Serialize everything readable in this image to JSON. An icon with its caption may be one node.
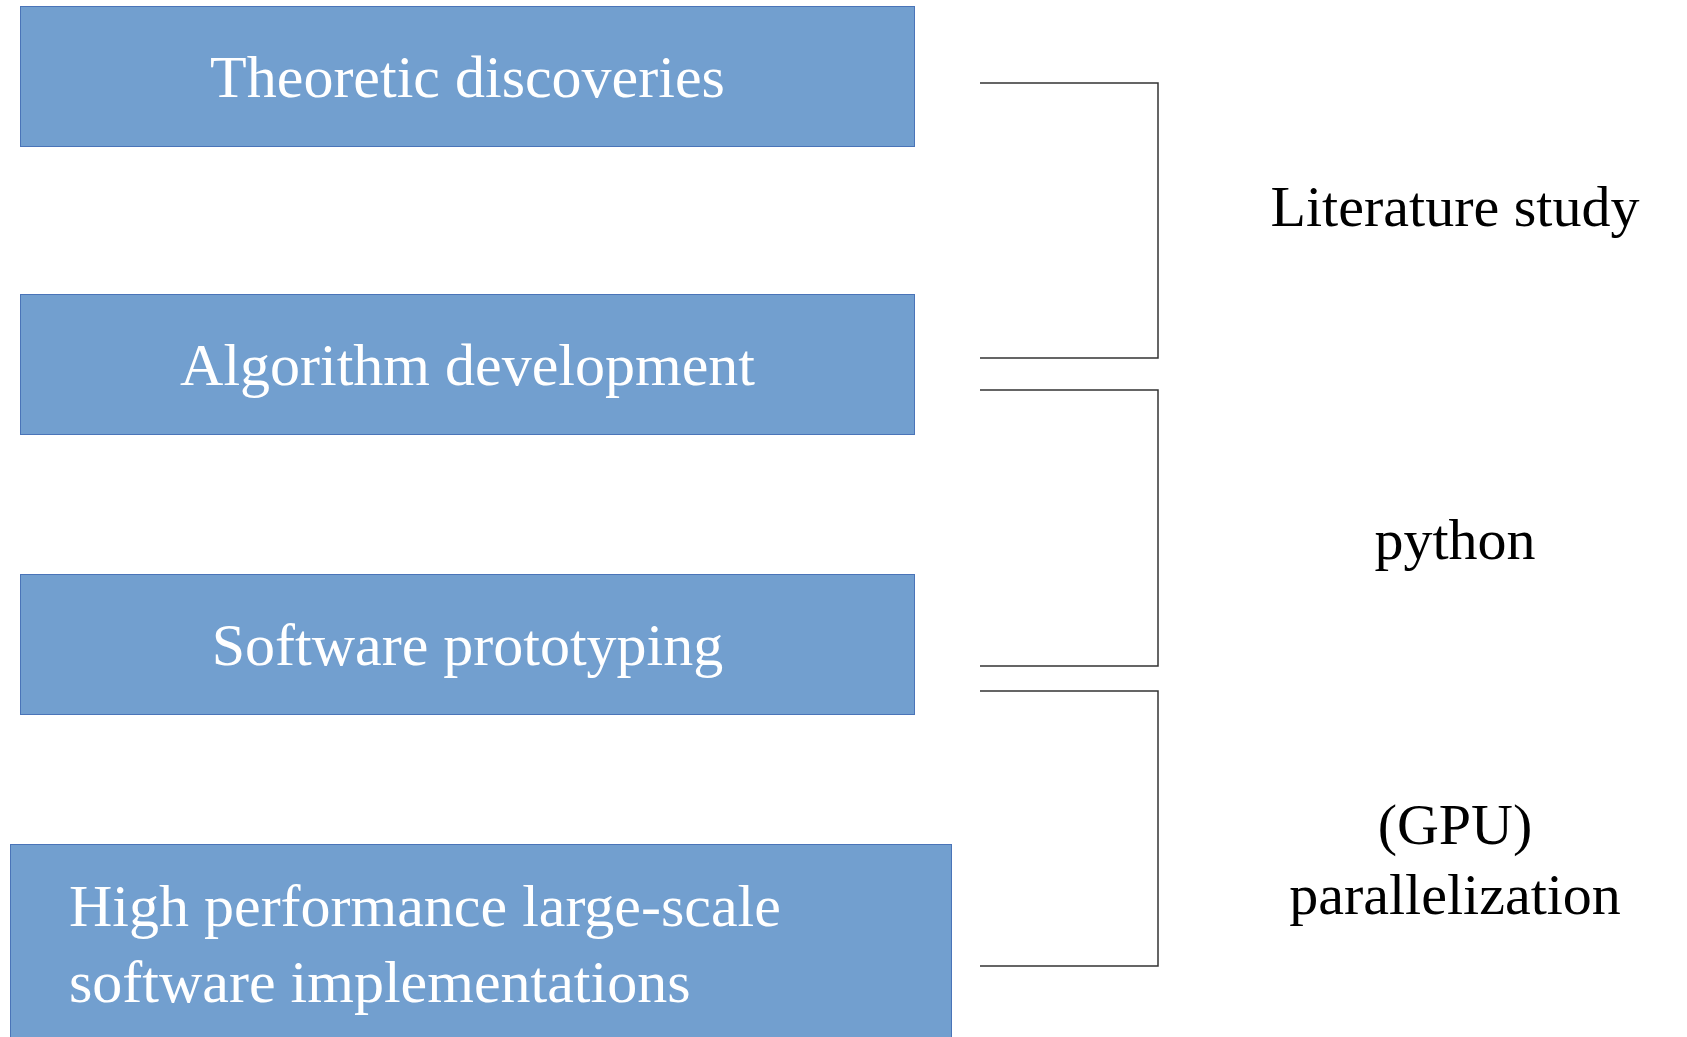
{
  "diagram": {
    "nodes": [
      {
        "text": [
          "Theoretic discoveries"
        ]
      },
      {
        "text": [
          "Algorithm development"
        ]
      },
      {
        "text": [
          "Software prototyping"
        ]
      },
      {
        "text": [
          "High performance large-scale software implementations"
        ]
      }
    ],
    "labels": [
      "Literature study",
      "python",
      "(GPU) parallelization"
    ]
  }
}
